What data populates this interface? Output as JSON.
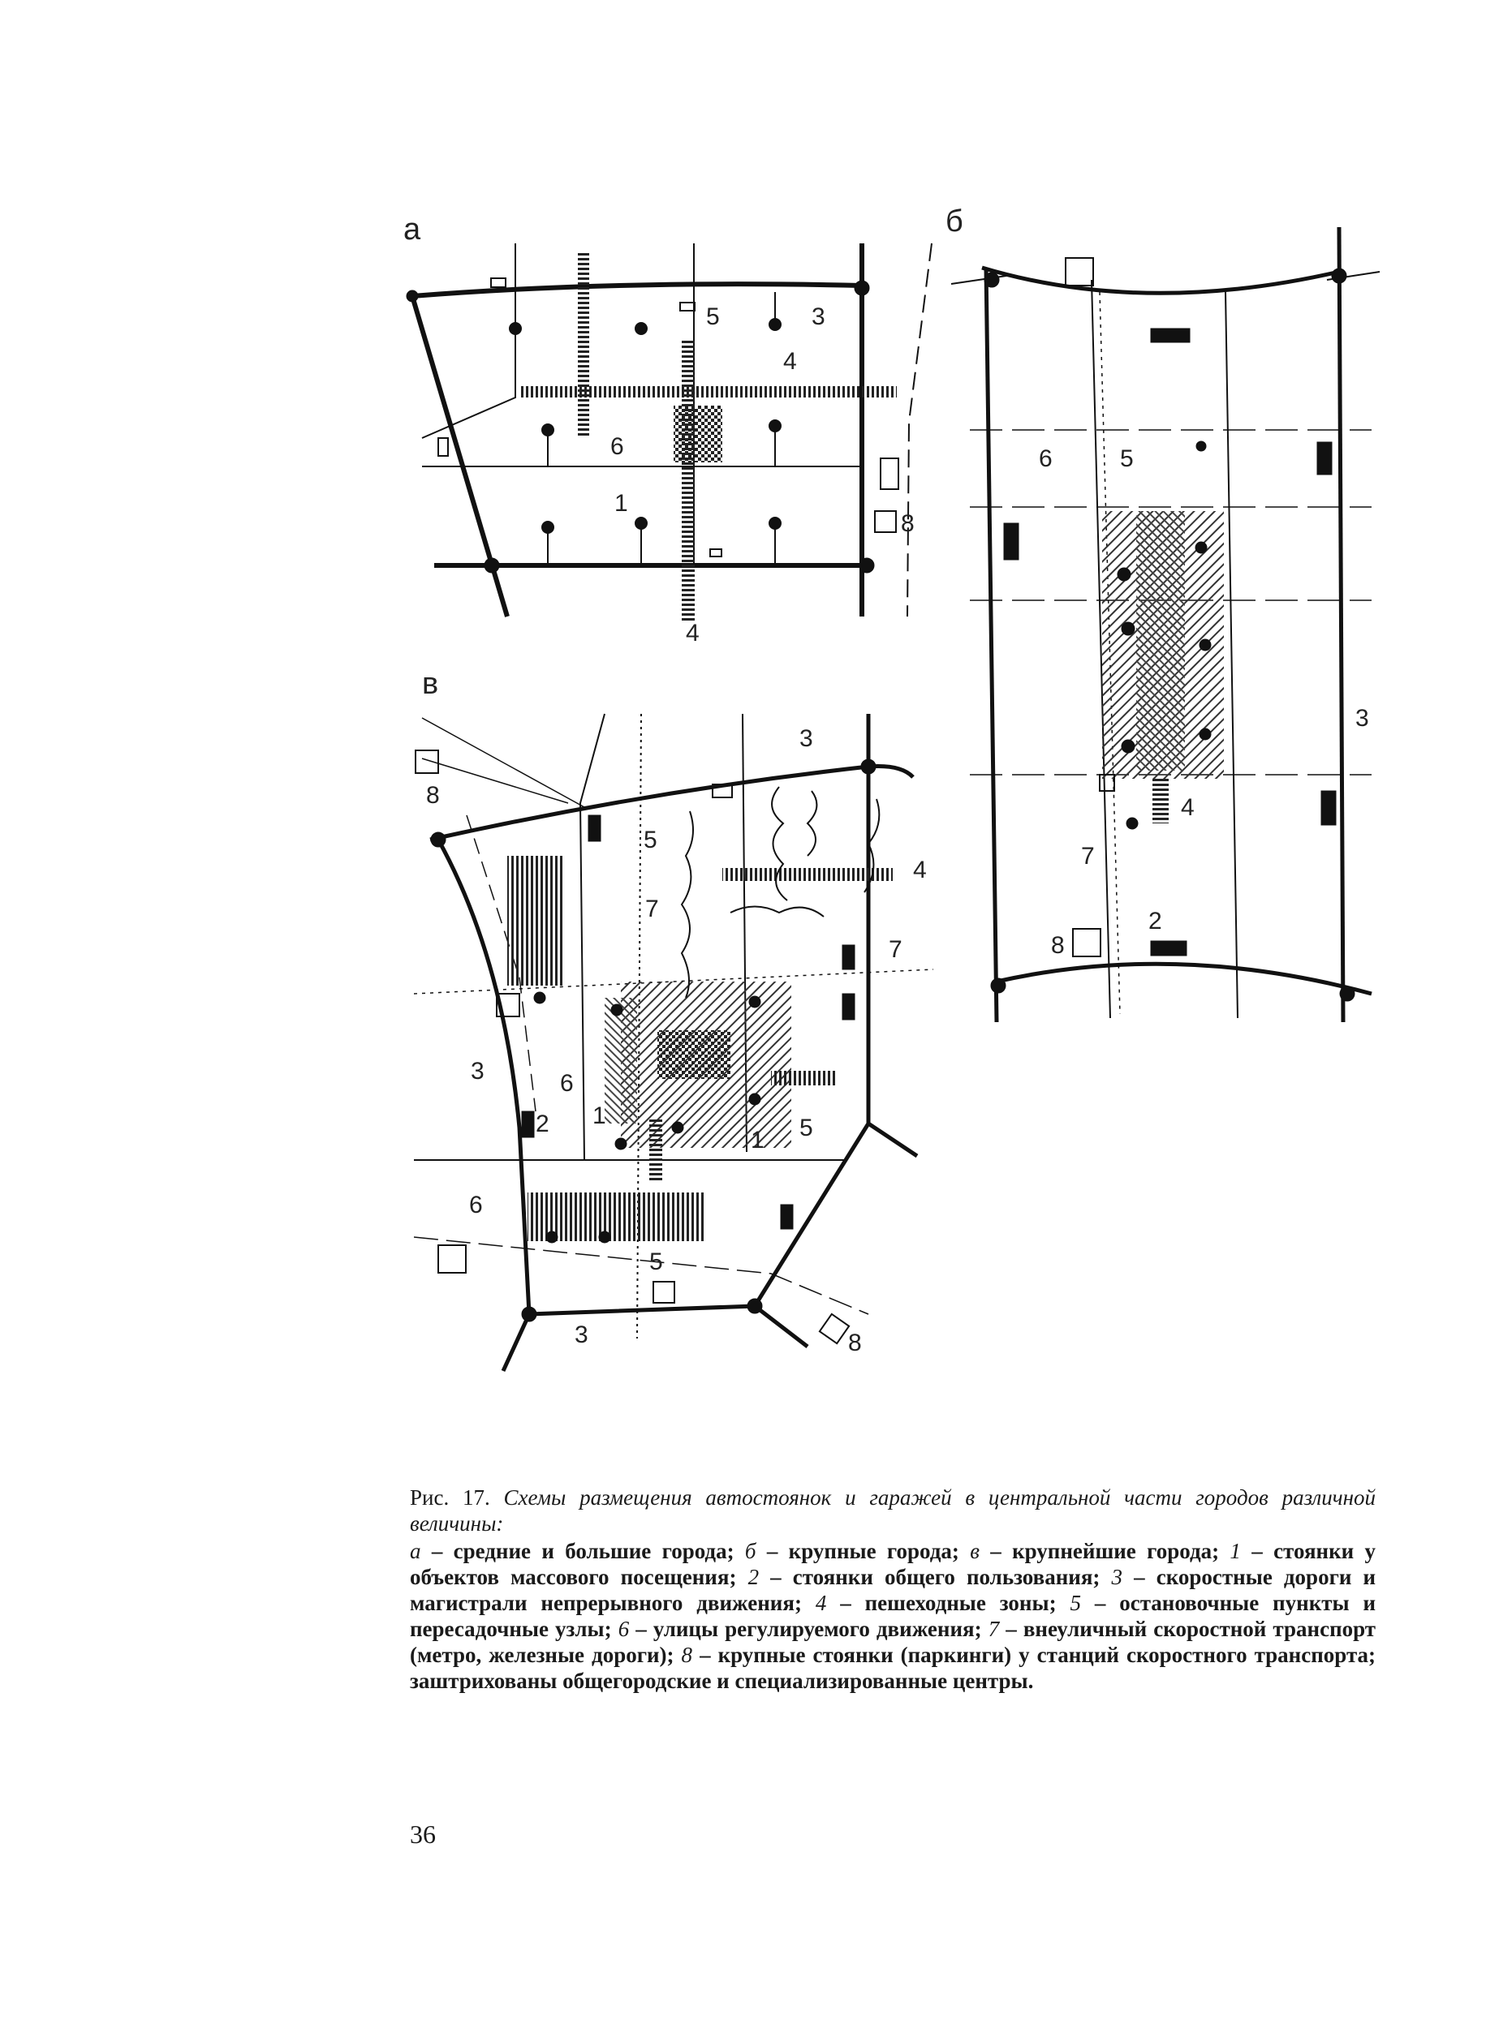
{
  "panels": {
    "a": {
      "letter": "а"
    },
    "b": {
      "letter": "б"
    },
    "v": {
      "letter": "в"
    }
  },
  "legend_numbers": {
    "n1": "1",
    "n2": "2",
    "n3": "3",
    "n4": "4",
    "n5": "5",
    "n6": "6",
    "n7": "7",
    "n8": "8"
  },
  "caption": {
    "figure_number": "Рис. 17.",
    "title": "Схемы размещения автостоянок и гаражей в центральной части городов различной величины:",
    "legend_items": [
      {
        "key": "а",
        "text": "– средние и большие города;"
      },
      {
        "key": "б",
        "text": "– крупные города;"
      },
      {
        "key": "в",
        "text": "– крупнейшие города;"
      },
      {
        "key": "1",
        "text": "– стоянки у объектов массового посещения;"
      },
      {
        "key": "2",
        "text": "– стоянки общего пользования;"
      },
      {
        "key": "3",
        "text": "– скоростные дороги и магистрали непрерывного движения;"
      },
      {
        "key": "4",
        "text": "– пешеходные зоны;"
      },
      {
        "key": "5",
        "text": "– остановочные пункты и пересадочные узлы;"
      },
      {
        "key": "6",
        "text": "– улицы регулируемого движения;"
      },
      {
        "key": "7",
        "text": "– внеуличный скоростной транспорт (метро, железные дороги);"
      },
      {
        "key": "8",
        "text": "– крупные стоянки (паркинги) у станций скоростного транспорта;"
      }
    ],
    "note": "заштрихованы общегородские и специализированные центры."
  },
  "page_number": "36"
}
